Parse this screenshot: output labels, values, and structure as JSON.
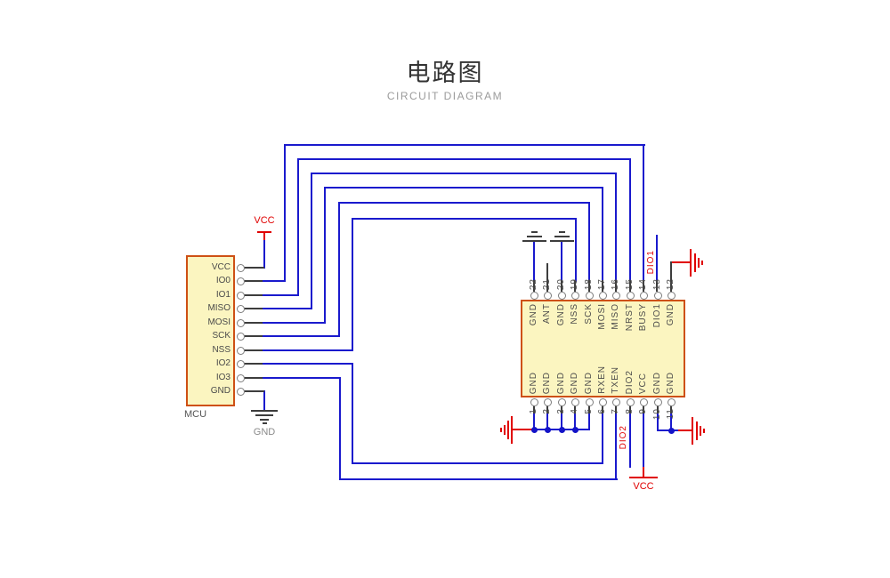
{
  "title": {
    "main": "电路图",
    "subtitle": "CIRCUIT DIAGRAM"
  },
  "colors": {
    "wire_blue": "#1A1ACD",
    "net_red": "#E00000",
    "dark_wire": "#3D3D3D",
    "component_fill": "#FBF5C0",
    "component_border": "#CE5014",
    "pin_text": "#4A4A4A",
    "subtitle_gray": "#9B9B9B"
  },
  "mcu": {
    "label": "MCU",
    "pins": [
      "VCC",
      "IO0",
      "IO1",
      "MISO",
      "MOSI",
      "SCK",
      "NSS",
      "IO2",
      "IO3",
      "GND"
    ]
  },
  "chip": {
    "top_pins": [
      {
        "number": "22",
        "name": "GND"
      },
      {
        "number": "21",
        "name": "ANT"
      },
      {
        "number": "20",
        "name": "GND"
      },
      {
        "number": "19",
        "name": "NSS"
      },
      {
        "number": "18",
        "name": "SCK"
      },
      {
        "number": "17",
        "name": "MOSI"
      },
      {
        "number": "16",
        "name": "MISO"
      },
      {
        "number": "15",
        "name": "NRST"
      },
      {
        "number": "14",
        "name": "BUSY"
      },
      {
        "number": "13",
        "name": "DIO1"
      },
      {
        "number": "12",
        "name": "GND"
      }
    ],
    "bottom_pins": [
      {
        "number": "1",
        "name": "GND"
      },
      {
        "number": "2",
        "name": "GND"
      },
      {
        "number": "3",
        "name": "GND"
      },
      {
        "number": "4",
        "name": "GND"
      },
      {
        "number": "5",
        "name": "GND"
      },
      {
        "number": "6",
        "name": "RXEN"
      },
      {
        "number": "7",
        "name": "TXEN"
      },
      {
        "number": "8",
        "name": "DIO2"
      },
      {
        "number": "9",
        "name": "VCC"
      },
      {
        "number": "10",
        "name": "GND"
      },
      {
        "number": "11",
        "name": "GND"
      }
    ]
  },
  "net_labels": {
    "dio1": "DIO1",
    "dio2": "DIO2"
  },
  "power": {
    "vcc_mcu": "VCC",
    "gnd_mcu": "GND",
    "vcc_module": "VCC"
  }
}
